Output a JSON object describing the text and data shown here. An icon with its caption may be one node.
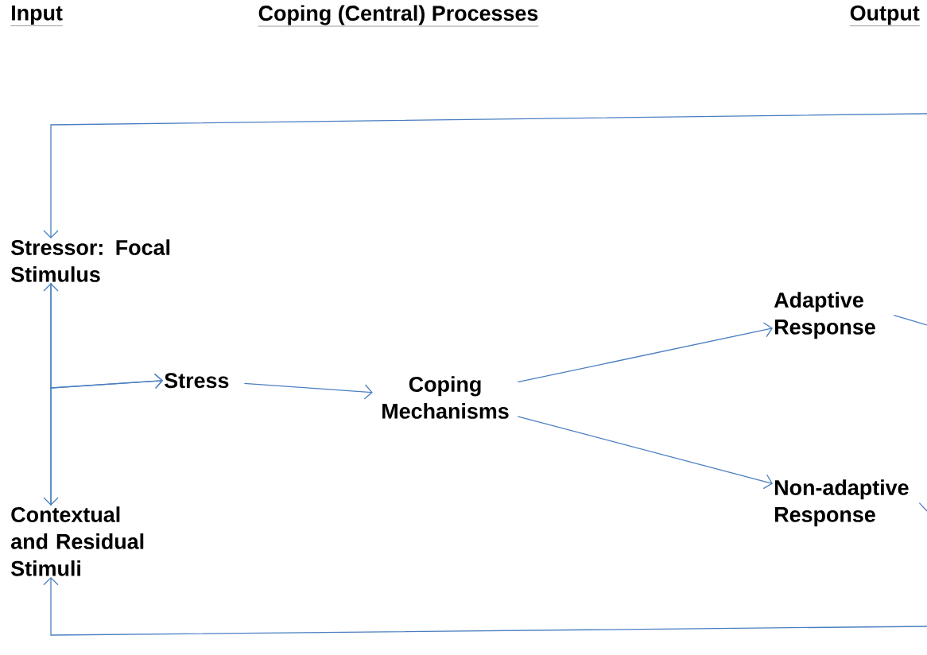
{
  "diagram": {
    "nodes": [
      {
        "text": [
          "Stressor: Focal Stimulus"
        ]
      },
      {
        "text": [
          "Contextual and Residual Stimuli"
        ]
      },
      {
        "text": [
          "Stress"
        ]
      },
      {
        "text": [
          "Coping Mechanisms"
        ]
      },
      {
        "text": [
          "Adaptive Response"
        ]
      },
      {
        "text": [
          "Non-adaptive Response"
        ]
      }
    ],
    "edges": [
      {
        "from": null,
        "to": 0,
        "arrow": "to"
      },
      {
        "from": 0,
        "to": 1,
        "arrow": "both"
      },
      {
        "from": 0,
        "to": 2,
        "arrow": "to"
      },
      {
        "from": 1,
        "to": 2,
        "arrow": "to"
      },
      {
        "from": 2,
        "to": 3,
        "arrow": "to"
      },
      {
        "from": 3,
        "to": 4,
        "arrow": "to"
      },
      {
        "from": 3,
        "to": 5,
        "arrow": "to"
      },
      {
        "from": 4,
        "to": null,
        "arrow": "none"
      },
      {
        "from": 5,
        "to": null,
        "arrow": "none"
      },
      {
        "from": null,
        "to": 1,
        "arrow": "to"
      }
    ],
    "labels": [
      "Input",
      "Coping (Central) Processes",
      "Output"
    ]
  }
}
